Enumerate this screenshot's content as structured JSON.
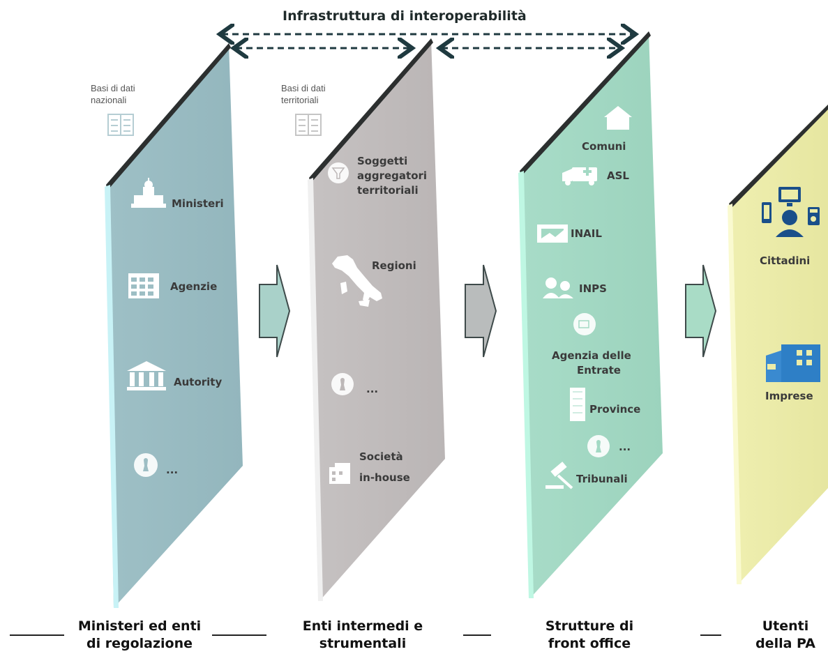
{
  "title": "Infrastruttura di interoperabilità",
  "panels": {
    "p1": {
      "db_label_1": "Basi di dati",
      "db_label_2": "nazionali",
      "items": [
        "Ministeri",
        "Agenzie",
        "Autority",
        "..."
      ],
      "footer_1": "Ministeri ed enti",
      "footer_2": "di regolazione"
    },
    "p2": {
      "db_label_1": "Basi di dati",
      "db_label_2": "territoriali",
      "items": [
        "Soggetti",
        "aggregatori",
        "territoriali",
        "Regioni",
        "...",
        "Società",
        "in-house"
      ],
      "footer_1": "Enti intermedi e",
      "footer_2": "strumentali"
    },
    "p3": {
      "items": [
        "Comuni",
        "ASL",
        "INAIL",
        "INPS",
        "Agenzia delle",
        "Entrate",
        "Province",
        "...",
        "Tribunali"
      ],
      "footer_1": "Strutture di",
      "footer_2": "front office"
    },
    "p4": {
      "items": [
        "Cittadini",
        "Imprese"
      ],
      "footer_1": "Utenti",
      "footer_2": "della PA"
    }
  },
  "colors": {
    "panel1": "#9dbec4",
    "panel2": "#c1bdbd",
    "panel3": "#a3d9c4",
    "panel4": "#ececa8",
    "arrow_fill": "#a9d1c9",
    "dashed_arrow": "#1f3a40",
    "user_icons": "#1a4f8a"
  }
}
